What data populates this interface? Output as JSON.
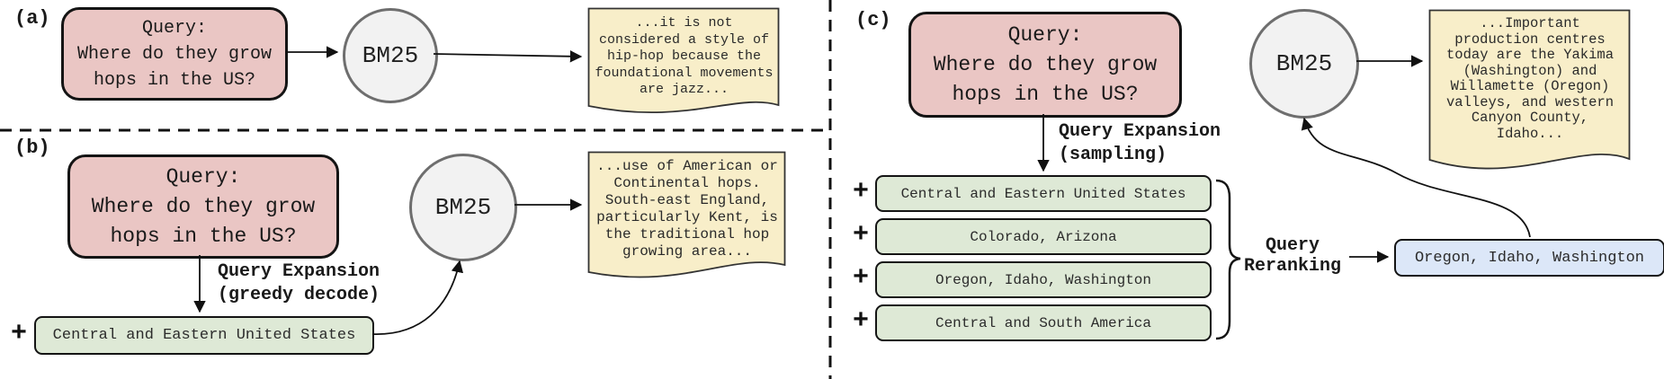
{
  "figure": {
    "query_text": "Query:\nWhere do they grow\nhops in the US?",
    "retriever_label": "BM25",
    "plus_symbol": "+"
  },
  "panel_a": {
    "label": "(a)",
    "query_box": "Query:\nWhere do they grow\nhops in the US?",
    "retriever": "BM25",
    "document": "...it is not\nconsidered a style of\nhip-hop because the\nfoundational movements\nare jazz..."
  },
  "panel_b": {
    "label": "(b)",
    "query_box": "Query:\nWhere do they grow\nhops in the US?",
    "expansion_label": "Query Expansion\n(greedy decode)",
    "plus": "+",
    "expansion": "Central and Eastern United States",
    "retriever": "BM25",
    "document": "...use of American or\nContinental hops.\nSouth-east England,\nparticularly Kent, is\nthe traditional hop\ngrowing area..."
  },
  "panel_c": {
    "label": "(c)",
    "query_box": "Query:\nWhere do they grow\nhops in the US?",
    "expansion_label": "Query Expansion\n(sampling)",
    "plus": "+",
    "expansions": [
      "Central and Eastern United States",
      "Colorado, Arizona",
      "Oregon, Idaho, Washington",
      "Central and South America"
    ],
    "rerank_label": "Query\nReranking",
    "reranked_query": "Oregon, Idaho, Washington",
    "retriever": "BM25",
    "document": "...Important\nproduction centres\ntoday are the Yakima\n(Washington) and\nWillamette (Oregon)\nvalleys, and western\nCanyon County,\nIdaho..."
  },
  "colors": {
    "query_box_fill": "#eac6c4",
    "expansion_box_fill": "#dee9d6",
    "document_fill": "#f8eec9",
    "reranked_box_fill": "#dce7f8",
    "retriever_circle_fill": "#f2f2f2",
    "box_border": "#141414",
    "circle_border": "#6e6e6e"
  }
}
